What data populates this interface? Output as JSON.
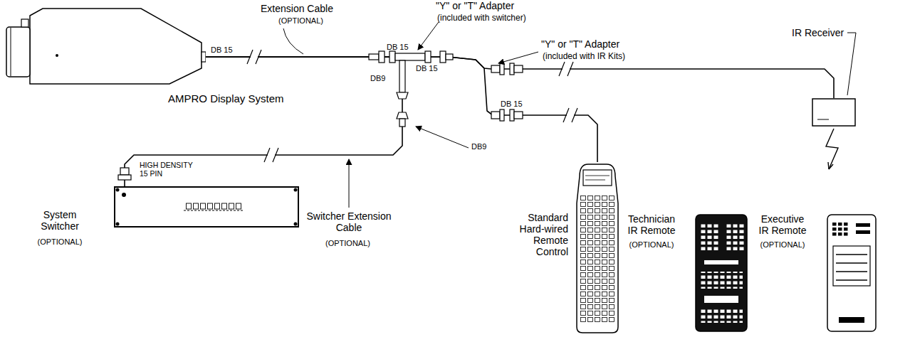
{
  "diagram": {
    "nodes": [
      {
        "text": [
          "AMPRO Display System"
        ]
      },
      {
        "text": [
          "System Switcher",
          "(OPTIONAL)"
        ]
      },
      {
        "text": [
          "Standard Hard-wired Remote Control"
        ]
      },
      {
        "text": [
          "IR Receiver"
        ]
      },
      {
        "text": [
          "Technician IR Remote",
          "(OPTIONAL)"
        ]
      },
      {
        "text": [
          "Executive IR Remote",
          "(OPTIONAL)"
        ]
      }
    ],
    "edges": [
      {
        "from": 0,
        "to": 1,
        "arrow": "none"
      },
      {
        "from": 0,
        "to": 2,
        "arrow": "none"
      },
      {
        "from": 0,
        "to": 3,
        "arrow": "none"
      }
    ],
    "labels": [
      "Extension Cable",
      "(OPTIONAL)",
      "\"Y\" or \"T\" Adapter",
      "(included with switcher)",
      "\"Y\" or \"T\" Adapter",
      "(included with IR Kits)",
      "DB 15",
      "DB 15",
      "DB 15",
      "DB9",
      "DB 15",
      "DB9",
      "HIGH DENSITY 15 PIN",
      "Switcher Extension Cable",
      "(OPTIONAL)"
    ]
  }
}
